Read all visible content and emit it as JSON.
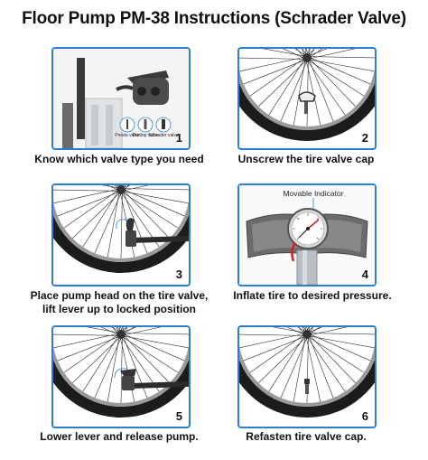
{
  "title": "Floor Pump PM-38 Instructions (Schrader Valve)",
  "steps": [
    {
      "number": "1",
      "caption": "Know which valve type you need"
    },
    {
      "number": "2",
      "caption": "Unscrew the tire valve cap"
    },
    {
      "number": "3",
      "caption_line1": "Place pump head on the tire valve,",
      "caption_line2": "lift lever up to locked position"
    },
    {
      "number": "4",
      "caption": "Inflate tire to desired pressure."
    },
    {
      "number": "5",
      "caption": "Lower lever and release pump."
    },
    {
      "number": "6",
      "caption": "Refasten tire valve cap."
    }
  ],
  "valve_types": [
    "Presta valve",
    "Dunlop valve",
    "Schrader valve"
  ],
  "indicator_label": "Movable Indicator",
  "colors": {
    "frame": "#2a7fd4",
    "tire": "#1c1c1c",
    "rim": "#9a9a9a",
    "pump": "#555555",
    "gauge_needle": "#d22222"
  }
}
